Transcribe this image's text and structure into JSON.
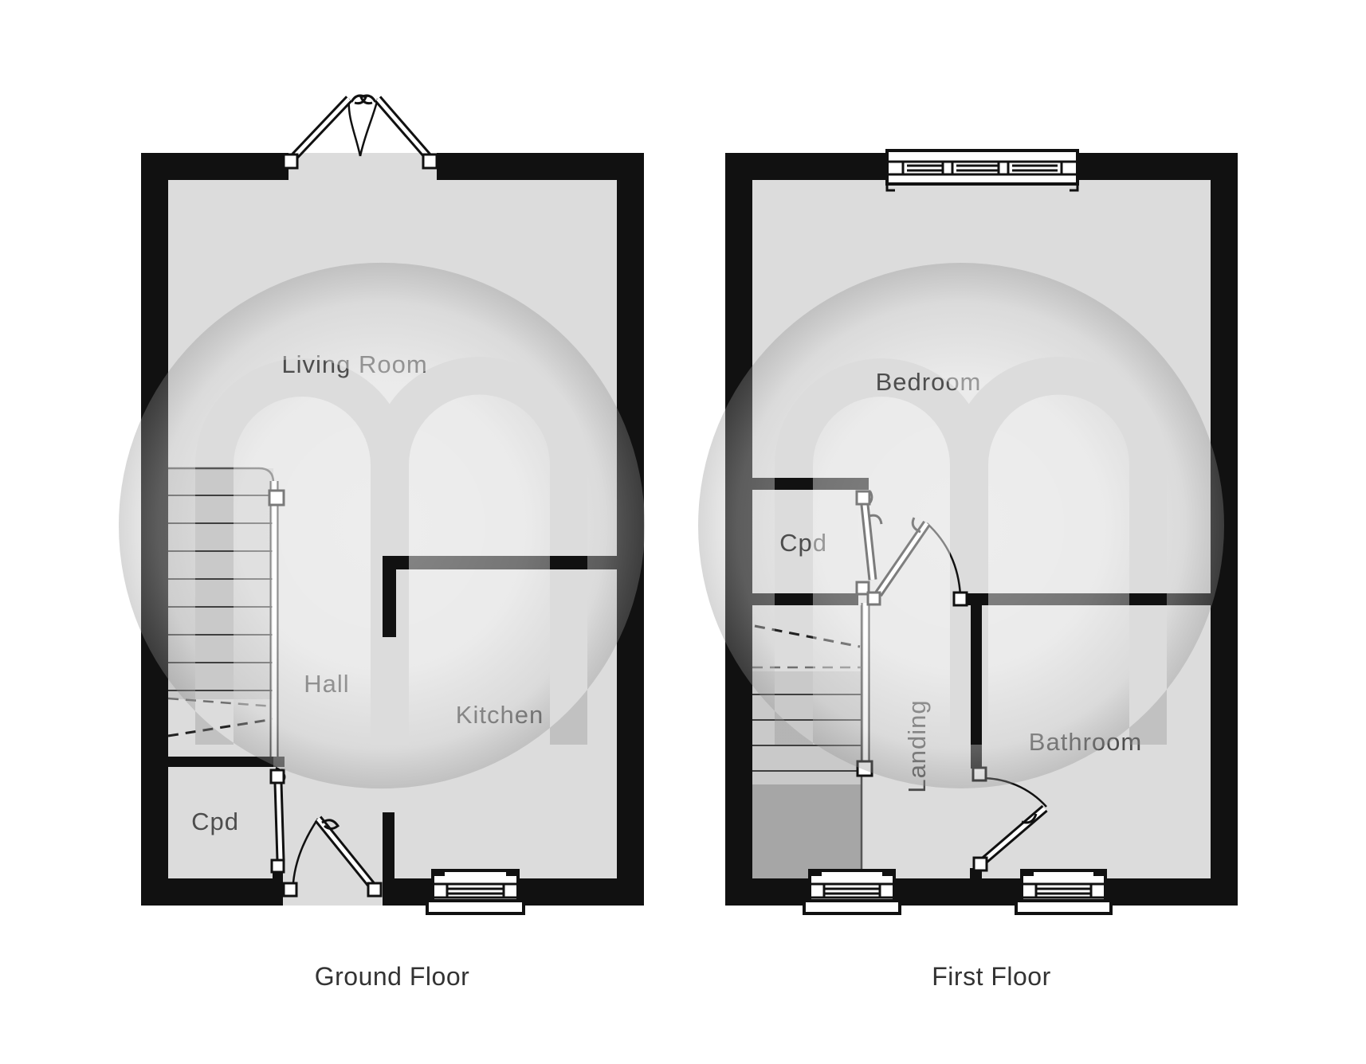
{
  "floors": {
    "ground": {
      "title": "Ground Floor",
      "rooms": {
        "living_room": "Living Room",
        "hall": "Hall",
        "kitchen": "Kitchen",
        "cpd": "Cpd"
      }
    },
    "first": {
      "title": "First Floor",
      "rooms": {
        "bedroom": "Bedroom",
        "cpd": "Cpd",
        "landing": "Landing",
        "bathroom": "Bathroom"
      }
    }
  },
  "colors": {
    "background": "#ffffff",
    "wall": "#111111",
    "floor": "#dcdcdc",
    "stairs": "#c9c9c9",
    "stair_void": "#a6a6a6",
    "room_label": "#4d4d4d",
    "floor_title": "#333333",
    "detail_line": "#3f3f3f"
  }
}
